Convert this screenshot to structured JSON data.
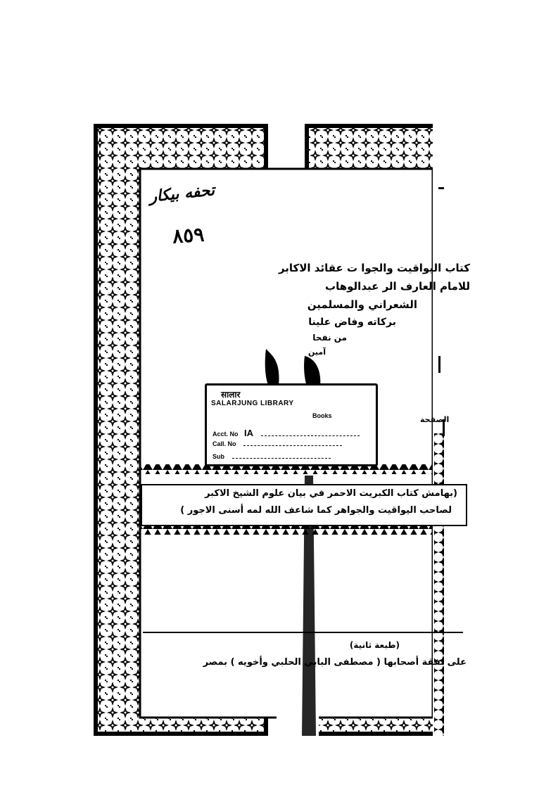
{
  "handwriting": {
    "line_top": "تحفه بيكار",
    "number": "٨٥٩"
  },
  "title_block": {
    "line1": "كتاب اليواقيت والجوا ت عقائد الاكابر",
    "line2": "للامام العارف الر عبدالوهاب",
    "line3": "الشعراني والمسلمين",
    "line4": "بركاته وفاض علينا",
    "line5": "من نفحا",
    "line6": "آمين"
  },
  "stamp": {
    "header_hindi": "सालार",
    "header_english": "SALARJUNG LIBRARY",
    "sub_header": "Books",
    "acc_label": "Acct. No",
    "acc_value": "IA",
    "call_label": "Call. No",
    "sub_label": "Sub"
  },
  "band": {
    "line1": "(بهامش كتاب الكبريت الاحمر في بيان علوم الشيخ الاكبر",
    "line2": "لصاحب اليواقيت والجواهر كما شاعف الله لمه أسنى الاجور )"
  },
  "footer": {
    "line1": "(طبعة ثانية)",
    "line2": "على نفقة أصحابها ( مصطفى البابي الحلبي وأخويه ) بمصر"
  },
  "side_marks": {
    "left_margin": "الصفحة"
  }
}
